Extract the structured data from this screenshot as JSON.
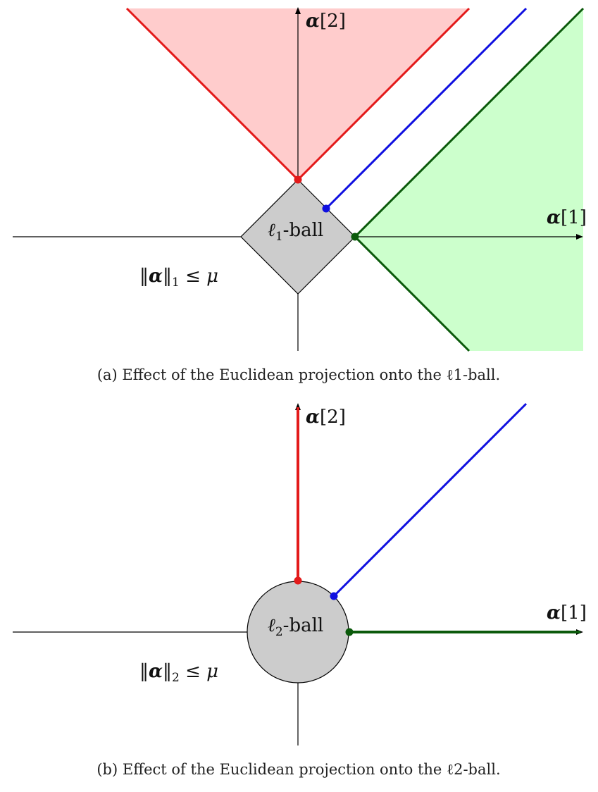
{
  "colors": {
    "red": "#e31a1a",
    "blue": "#1010e0",
    "green": "#0b5a0b",
    "red_fill": "#ffcccc",
    "green_fill": "#ccffcc",
    "ball_fill": "#cccccc",
    "axis": "#000000"
  },
  "panels": [
    {
      "id": "a",
      "axis_x_label": {
        "sym": "α",
        "idx": "[1]"
      },
      "axis_y_label": {
        "sym": "α",
        "idx": "[2]"
      },
      "ball_label": {
        "ell": "ℓ",
        "sub": "1",
        "rest": "-ball"
      },
      "constraint": {
        "norm_open": "‖",
        "sym": "α",
        "norm_close": "‖",
        "sub": "1",
        "rest": " ≤ μ"
      },
      "caption": "(a) Effect of the Euclidean projection onto the ℓ1-ball."
    },
    {
      "id": "b",
      "axis_x_label": {
        "sym": "α",
        "idx": "[1]"
      },
      "axis_y_label": {
        "sym": "α",
        "idx": "[2]"
      },
      "ball_label": {
        "ell": "ℓ",
        "sub": "2",
        "rest": "-ball"
      },
      "constraint": {
        "norm_open": "‖",
        "sym": "α",
        "norm_close": "‖",
        "sub": "2",
        "rest": " ≤ μ"
      },
      "caption": "(b) Effect of the Euclidean projection onto the ℓ2-ball."
    }
  ]
}
